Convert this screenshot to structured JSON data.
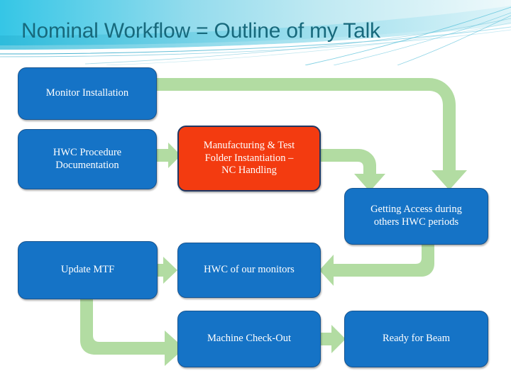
{
  "slide": {
    "title": "Nominal Workflow = Outline of my Talk",
    "title_color": "#17697c",
    "background": "#ffffff",
    "header_gradient_from": "#3fc8e4",
    "header_gradient_to": "#ffffff"
  },
  "palette": {
    "box_blue_fill": "#1573c6",
    "box_blue_border": "#18548f",
    "box_orange_fill": "#f33b10",
    "box_orange_border": "#1f3864",
    "arrow_green": "#b2dca2",
    "text_white": "#ffffff"
  },
  "nodes": [
    {
      "id": "monitor-installation",
      "label": "Monitor Installation",
      "color": "blue"
    },
    {
      "id": "hwc-procedure",
      "label": "HWC Procedure Documentation",
      "color": "blue"
    },
    {
      "id": "mtf-instantiation",
      "label": "Manufacturing & Test Folder Instantiation – NC Handling",
      "color": "orange"
    },
    {
      "id": "getting-access",
      "label": "Getting Access during others HWC periods",
      "color": "blue"
    },
    {
      "id": "update-mtf",
      "label": "Update MTF",
      "color": "blue"
    },
    {
      "id": "hwc-our-monitors",
      "label": "HWC of our monitors",
      "color": "blue"
    },
    {
      "id": "machine-check-out",
      "label": "Machine Check-Out",
      "color": "blue"
    },
    {
      "id": "ready-for-beam",
      "label": "Ready for Beam",
      "color": "blue"
    }
  ],
  "node_lines": {
    "monitor-installation": [
      "Monitor Installation"
    ],
    "hwc-procedure": [
      "HWC Procedure",
      "Documentation"
    ],
    "mtf-instantiation": [
      "Manufacturing & Test",
      "Folder Instantiation –",
      "NC Handling"
    ],
    "getting-access": [
      "Getting Access during",
      "others HWC periods"
    ],
    "update-mtf": [
      "Update MTF"
    ],
    "hwc-our-monitors": [
      "HWC of our monitors"
    ],
    "machine-check-out": [
      "Machine Check-Out"
    ],
    "ready-for-beam": [
      "Ready for Beam"
    ]
  },
  "arrows": [
    {
      "id": "monitor-to-getting-access",
      "from": "monitor-installation",
      "to": "getting-access",
      "shape": "right-then-down"
    },
    {
      "id": "hwc-proc-to-mtf",
      "from": "hwc-procedure",
      "to": "mtf-instantiation",
      "shape": "right"
    },
    {
      "id": "mtf-to-getting-access",
      "from": "mtf-instantiation",
      "to": "getting-access",
      "shape": "right-then-down"
    },
    {
      "id": "getting-access-to-hwc-monitors",
      "from": "getting-access",
      "to": "hwc-our-monitors",
      "shape": "down-then-left"
    },
    {
      "id": "hwc-monitors-to-update-mtf",
      "from": "hwc-our-monitors",
      "to": "update-mtf",
      "shape": "left"
    },
    {
      "id": "update-mtf-to-machine-checkout",
      "from": "update-mtf",
      "to": "machine-check-out",
      "shape": "down-then-right"
    },
    {
      "id": "machine-checkout-to-ready",
      "from": "machine-check-out",
      "to": "ready-for-beam",
      "shape": "right"
    }
  ]
}
